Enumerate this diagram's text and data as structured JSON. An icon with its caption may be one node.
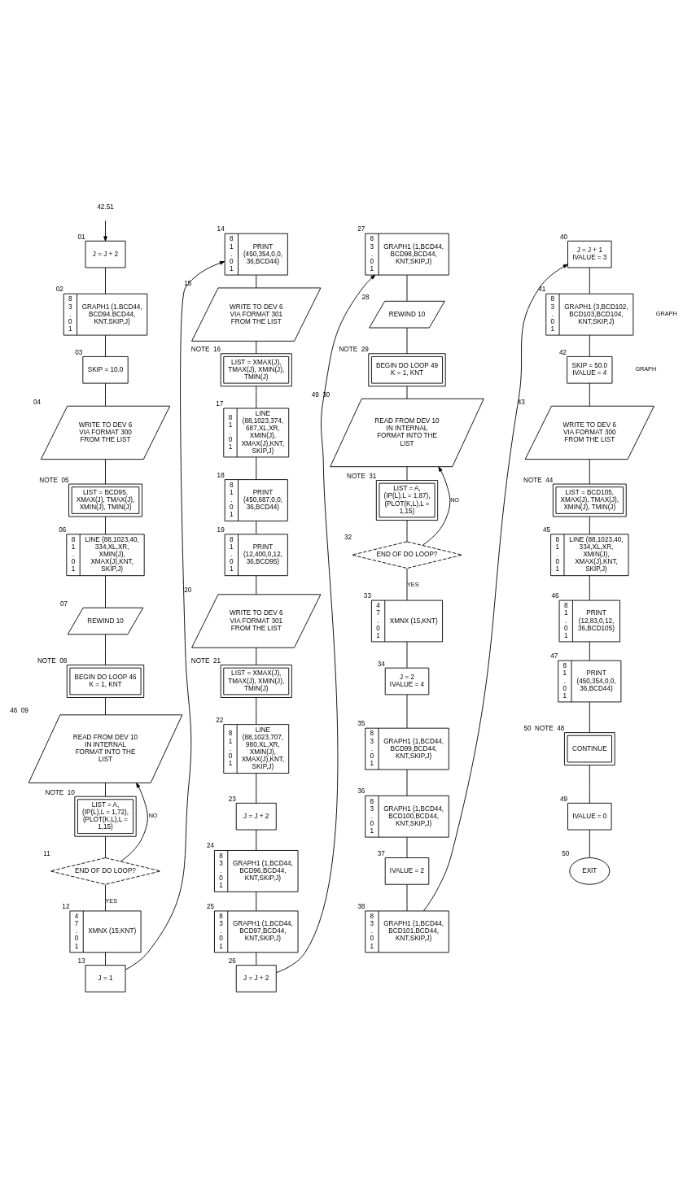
{
  "diagram": {
    "nodes": [
      {
        "text": [
          "42.51"
        ]
      },
      {
        "text": [
          "J = J + 2"
        ],
        "beside": [
          "01"
        ]
      },
      {
        "text": [
          "83.01",
          "GRAPH1 (1.BCD44, BCD94.BCD44, KNT.SKIP,J)"
        ],
        "beside": [
          "02"
        ]
      },
      {
        "text": [
          "SKIP = 10.0"
        ],
        "beside": [
          "03"
        ]
      },
      {
        "text": [
          "WRITE TO DEV 6 VIA FORMAT 300 FROM THE LIST"
        ],
        "beside": [
          "04"
        ]
      },
      {
        "text": [
          "LIST = BCD95, XMAX(J), TMAX(J), XMIN(J), TMIN(J)"
        ],
        "beside": [
          "NOTE",
          "05"
        ]
      },
      {
        "text": [
          "81.01",
          "LINE (88,1023,40, 334,XL,XR, XMIN(J), XMAX(J),KNT, SKIP,J)"
        ],
        "beside": [
          "06"
        ]
      },
      {
        "text": [
          "REWIND 10"
        ],
        "beside": [
          "07"
        ]
      },
      {
        "text": [
          "BEGIN DO LOOP 46 K = 1, KNT"
        ],
        "beside": [
          "NOTE",
          "08"
        ]
      },
      {
        "text": [
          "READ FROM DEV 10 IN INTERNAL FORMAT INTO THE LIST"
        ],
        "beside": [
          "46",
          "09"
        ]
      },
      {
        "text": [
          "LIST = A, (IP(L),L = 1,72), (PLOT(K,L),L = 1,15)"
        ],
        "beside": [
          "NOTE",
          "10"
        ]
      },
      {
        "text": [
          "END OF DO LOOP?"
        ],
        "beside": [
          "11"
        ]
      },
      {
        "text": [
          "47.01",
          "XMNX (15,KNT)"
        ],
        "beside": [
          "12"
        ]
      },
      {
        "text": [
          "J = 1"
        ],
        "beside": [
          "13"
        ]
      },
      {
        "text": [
          "81.01",
          "PRINT (450,354,0,0, 36,BCD44)"
        ],
        "beside": [
          "14"
        ]
      },
      {
        "text": [
          "WRITE TO DEV 6 VIA FORMAT 301 FROM THE LIST"
        ],
        "beside": [
          "15"
        ]
      },
      {
        "text": [
          "LIST = XMAX(J), TMAX(J), XMIN(J), TMIN(J)"
        ],
        "beside": [
          "NOTE",
          "16"
        ]
      },
      {
        "text": [
          "81.01",
          "LINE (88,1023,374, 687,XL,XR, XMIN(J), XMAX(J),KNT, SKIP,J)"
        ],
        "beside": [
          "17"
        ]
      },
      {
        "text": [
          "81.01",
          "PRINT (450,687,0,0, 36,BCD44)"
        ],
        "beside": [
          "18"
        ]
      },
      {
        "text": [
          "81.01",
          "PRINT (12,400,0,12, 36,BCD95)"
        ],
        "beside": [
          "19"
        ]
      },
      {
        "text": [
          "WRITE TO DEV 6 VIA FORMAT 301 FROM THE LIST"
        ],
        "beside": [
          "20"
        ]
      },
      {
        "text": [
          "LIST = XMAX(J), TMAX(J), XMIN(J), TMIN(J)"
        ],
        "beside": [
          "NOTE",
          "21"
        ]
      },
      {
        "text": [
          "81.01",
          "LINE (88,1023,707, 980,XL,XR, XMIN(J), XMAX(J),KNT, SKIP,J)"
        ],
        "beside": [
          "22"
        ]
      },
      {
        "text": [
          "J = J + 2"
        ],
        "beside": [
          "23"
        ]
      },
      {
        "text": [
          "83.01",
          "GRAPH1 (1,BCD44, BCD96,BCD44, KNT,SKIP,J)"
        ],
        "beside": [
          "24"
        ]
      },
      {
        "text": [
          "83.01",
          "GRAPH1 (1,BCD44, BCD97,BCD44, KNT,SKIP,J)"
        ],
        "beside": [
          "25"
        ]
      },
      {
        "text": [
          "J = J + 2"
        ],
        "beside": [
          "26"
        ]
      },
      {
        "text": [
          "83.01",
          "GRAPH1 (1,BCD44, BCD98,BCD44, KNT,SKIP,J)"
        ],
        "beside": [
          "27"
        ]
      },
      {
        "text": [
          "REWIND 10"
        ],
        "beside": [
          "28"
        ]
      },
      {
        "text": [
          "BEGIN DO LOOP 49 K = 1, KNT"
        ],
        "beside": [
          "NOTE",
          "29"
        ]
      },
      {
        "text": [
          "READ FROM DEV 10 IN INTERNAL FORMAT INTO THE LIST"
        ],
        "beside": [
          "49",
          "30"
        ]
      },
      {
        "text": [
          "LIST = A, (IP(L),L = 1,87), (PLOT(K,L),L = 1,15)"
        ],
        "beside": [
          "NOTE",
          "31"
        ]
      },
      {
        "text": [
          "END OF DO LOOP?"
        ],
        "beside": [
          "32"
        ]
      },
      {
        "text": [
          "47.01",
          "XMNX (15,KNT)"
        ],
        "beside": [
          "33"
        ]
      },
      {
        "text": [
          "J = 2",
          "IVALUE = 4"
        ],
        "beside": [
          "34"
        ]
      },
      {
        "text": [
          "83.01",
          "GRAPH1 (1,BCD44, BCD99,BCD44, KNT,SKIP,J)"
        ],
        "beside": [
          "35"
        ]
      },
      {
        "text": [
          "83.01",
          "GRAPH1 (1,BCD44, BCD100,BCD44, KNT,SKIP,J)"
        ],
        "beside": [
          "36"
        ]
      },
      {
        "text": [
          "IVALUE = 2"
        ],
        "beside": [
          "37"
        ]
      },
      {
        "text": [
          "83.01",
          "GRAPH1 (1,BCD44, BCD101,BCD44, KNT,SKIP,J)"
        ],
        "beside": [
          "38"
        ]
      },
      {
        "text": [
          "J = J + 1",
          "IVALUE = 3"
        ],
        "beside": [
          "40"
        ]
      },
      {
        "text": [
          "83.01",
          "GRAPH1 (3,BCD102, BCD103,BCD104, KNT,SKIP,J)"
        ],
        "beside": [
          "41"
        ]
      },
      {
        "text": [
          "SKIP = 50.0",
          "IVALUE = 4"
        ],
        "beside": [
          "42"
        ]
      },
      {
        "text": [
          "WRITE TO DEV 6 VIA FORMAT 300 FROM THE LIST"
        ],
        "beside": [
          "43"
        ]
      },
      {
        "text": [
          "LIST = BCD105, XMAX(J), TMAX(J), XMIN(J), TMIN(J)"
        ],
        "beside": [
          "NOTE",
          "44"
        ]
      },
      {
        "text": [
          "81.01",
          "LINE (88,1023,40, 334,XL,XR, XMIN(J), XMAX(J),KNT, SKIP,J)"
        ],
        "beside": [
          "45"
        ]
      },
      {
        "text": [
          "81.01",
          "PRINT (12,83,0,12, 36,BCD105)"
        ],
        "beside": [
          "46"
        ]
      },
      {
        "text": [
          "81.01",
          "PRINT (450,354,0,0, 36,BCD44)"
        ],
        "beside": [
          "47"
        ]
      },
      {
        "text": [
          "CONTINUE"
        ],
        "beside": [
          "50",
          "NOTE",
          "48"
        ]
      },
      {
        "text": [
          "IVALUE = 0"
        ],
        "beside": [
          "49"
        ]
      },
      {
        "text": [
          "EXIT"
        ],
        "beside": [
          "50"
        ]
      }
    ],
    "edges": [
      {
        "from": 0,
        "to": 1,
        "arrow": "to"
      },
      {
        "from": 1,
        "to": 2,
        "arrow": "none"
      },
      {
        "from": 2,
        "to": 3,
        "arrow": "none"
      },
      {
        "from": 3,
        "to": 4,
        "arrow": "none"
      },
      {
        "from": 4,
        "to": 5,
        "arrow": "none"
      },
      {
        "from": 5,
        "to": 6,
        "arrow": "none"
      },
      {
        "from": 6,
        "to": 7,
        "arrow": "none"
      },
      {
        "from": 7,
        "to": 8,
        "arrow": "none"
      },
      {
        "from": 8,
        "to": 9,
        "arrow": "none"
      },
      {
        "from": 9,
        "to": 10,
        "arrow": "none"
      },
      {
        "from": 10,
        "to": 11,
        "arrow": "none"
      },
      {
        "from": 11,
        "to": 9,
        "arrow": "to",
        "label": "NO"
      },
      {
        "from": 11,
        "to": 12,
        "arrow": "none",
        "label": "YES"
      },
      {
        "from": 12,
        "to": 13,
        "arrow": "none"
      },
      {
        "from": 13,
        "to": 14,
        "arrow": "to"
      },
      {
        "from": 14,
        "to": 15,
        "arrow": "none"
      },
      {
        "from": 15,
        "to": 16,
        "arrow": "none"
      },
      {
        "from": 16,
        "to": 17,
        "arrow": "none"
      },
      {
        "from": 17,
        "to": 18,
        "arrow": "none"
      },
      {
        "from": 18,
        "to": 19,
        "arrow": "none"
      },
      {
        "from": 19,
        "to": 20,
        "arrow": "none"
      },
      {
        "from": 20,
        "to": 21,
        "arrow": "none"
      },
      {
        "from": 21,
        "to": 22,
        "arrow": "none"
      },
      {
        "from": 22,
        "to": 23,
        "arrow": "none"
      },
      {
        "from": 23,
        "to": 24,
        "arrow": "none"
      },
      {
        "from": 24,
        "to": 25,
        "arrow": "none"
      },
      {
        "from": 25,
        "to": 26,
        "arrow": "none"
      },
      {
        "from": 26,
        "to": 27,
        "arrow": "to"
      },
      {
        "from": 27,
        "to": 28,
        "arrow": "none"
      },
      {
        "from": 28,
        "to": 29,
        "arrow": "none"
      },
      {
        "from": 29,
        "to": 30,
        "arrow": "none"
      },
      {
        "from": 30,
        "to": 31,
        "arrow": "none"
      },
      {
        "from": 31,
        "to": 32,
        "arrow": "none"
      },
      {
        "from": 32,
        "to": 30,
        "arrow": "to",
        "label": "NO"
      },
      {
        "from": 32,
        "to": 33,
        "arrow": "none",
        "label": "YES"
      },
      {
        "from": 33,
        "to": 34,
        "arrow": "none"
      },
      {
        "from": 34,
        "to": 35,
        "arrow": "none"
      },
      {
        "from": 35,
        "to": 36,
        "arrow": "none"
      },
      {
        "from": 36,
        "to": 37,
        "arrow": "none"
      },
      {
        "from": 37,
        "to": 38,
        "arrow": "none"
      },
      {
        "from": 38,
        "to": 39,
        "arrow": "to"
      },
      {
        "from": 39,
        "to": 40,
        "arrow": "none"
      },
      {
        "from": 40,
        "to": 41,
        "arrow": "none"
      },
      {
        "from": 41,
        "to": 42,
        "arrow": "none"
      },
      {
        "from": 42,
        "to": 43,
        "arrow": "none"
      },
      {
        "from": 43,
        "to": 44,
        "arrow": "none"
      },
      {
        "from": 44,
        "to": 45,
        "arrow": "none"
      },
      {
        "from": 45,
        "to": 46,
        "arrow": "none"
      },
      {
        "from": 46,
        "to": 47,
        "arrow": "none"
      },
      {
        "from": 47,
        "to": 48,
        "arrow": "none"
      },
      {
        "from": 48,
        "to": 49,
        "arrow": "none"
      }
    ],
    "labels": [
      "GRAPH",
      "GRAPH"
    ]
  }
}
